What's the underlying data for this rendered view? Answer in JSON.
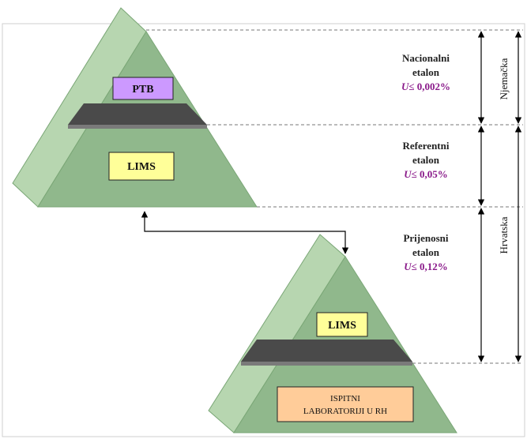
{
  "colors": {
    "pyramid_face": "#90b88c",
    "pyramid_side": "#b7d6b0",
    "pyramid_outline": "#7aa676",
    "plate_top": "#4a4a4a",
    "plate_edge": "#7a7a7a",
    "ptb_box": "#cc99ff",
    "lims_box": "#ffff99",
    "lab_box": "#ffcc99",
    "uncertainty_text": "#8a1a8a"
  },
  "pyramid_top": {
    "upper_label": "PTB",
    "lower_label": "LIMS"
  },
  "pyramid_bottom": {
    "upper_label": "LIMS",
    "lower_label_line1": "ISPITNI",
    "lower_label_line2": "LABORATORIJI U RH"
  },
  "levels": [
    {
      "name_line1": "Nacionalni",
      "name_line2": "etalon",
      "u_symbol": "U",
      "u_value": "≤ 0,002%"
    },
    {
      "name_line1": "Referentni",
      "name_line2": "etalon",
      "u_symbol": "U",
      "u_value": "≤ 0,05%"
    },
    {
      "name_line1": "Prijenosni",
      "name_line2": "etalon",
      "u_symbol": "U",
      "u_value": "≤ 0,12%"
    }
  ],
  "countries": {
    "germany": "Njemačka",
    "croatia": "Hrvatska"
  }
}
